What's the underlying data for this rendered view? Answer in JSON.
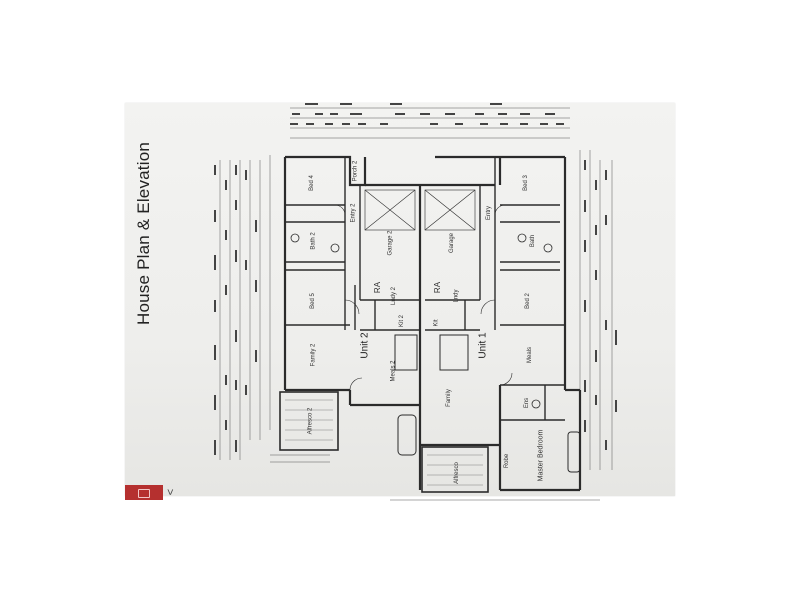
{
  "page_title": "House Plan & Elevation",
  "units": {
    "unit1": "Unit 1",
    "unit2": "Unit 2"
  },
  "rooms": {
    "bed4": "Bed 4",
    "bed5": "Bed 5",
    "family2": "Family 2",
    "porch2": "Porch 2",
    "entry2": "Entry 2",
    "bath2": "Bath 2",
    "garage2": "Garage 2",
    "lndy2": "Lndy 2",
    "meals2": "Meals 2",
    "kit2": "Kit 2",
    "alfresco2": "Alfresco 2",
    "garage": "Garage",
    "lndy": "Lndy",
    "kit": "Kit",
    "family": "Family",
    "alfresco": "Alfresco",
    "bed3": "Bed 3",
    "bed2": "Bed 2",
    "bath": "Bath",
    "entry": "Entry",
    "meals": "Meals",
    "ens": "Ens",
    "master_bedroom": "Master Bedroom",
    "robe": "Robe",
    "ra_left": "RA",
    "ra_right": "RA"
  },
  "colors": {
    "paper": "#f0f0ee",
    "ink": "#2b2b2b",
    "badge": "#b5302f"
  },
  "corner_glyph": "<"
}
